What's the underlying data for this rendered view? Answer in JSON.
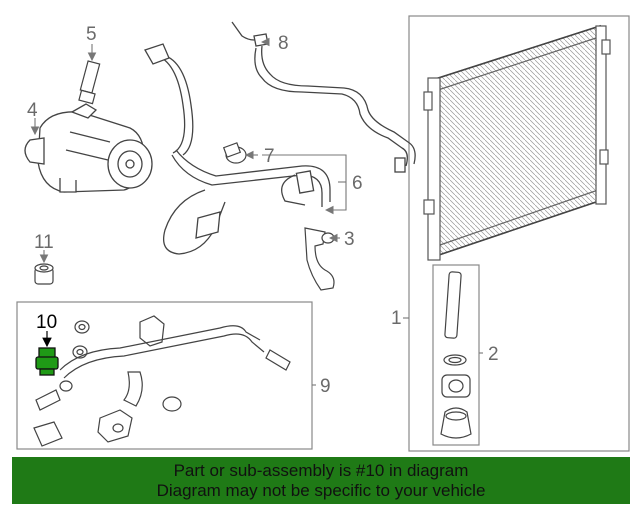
{
  "diagram": {
    "callouts": {
      "c1": "1",
      "c2": "2",
      "c3": "3",
      "c4": "4",
      "c5": "5",
      "c6": "6",
      "c7": "7",
      "c8": "8",
      "c9": "9",
      "c10": "10",
      "c11": "11"
    },
    "highlighted_callout": "10"
  },
  "banner": {
    "line1": "Part or sub-assembly is #10 in diagram",
    "line2": "Diagram may not be specific to your vehicle",
    "background": "#1f7a16",
    "highlight_part_color": "#1f9a16"
  }
}
